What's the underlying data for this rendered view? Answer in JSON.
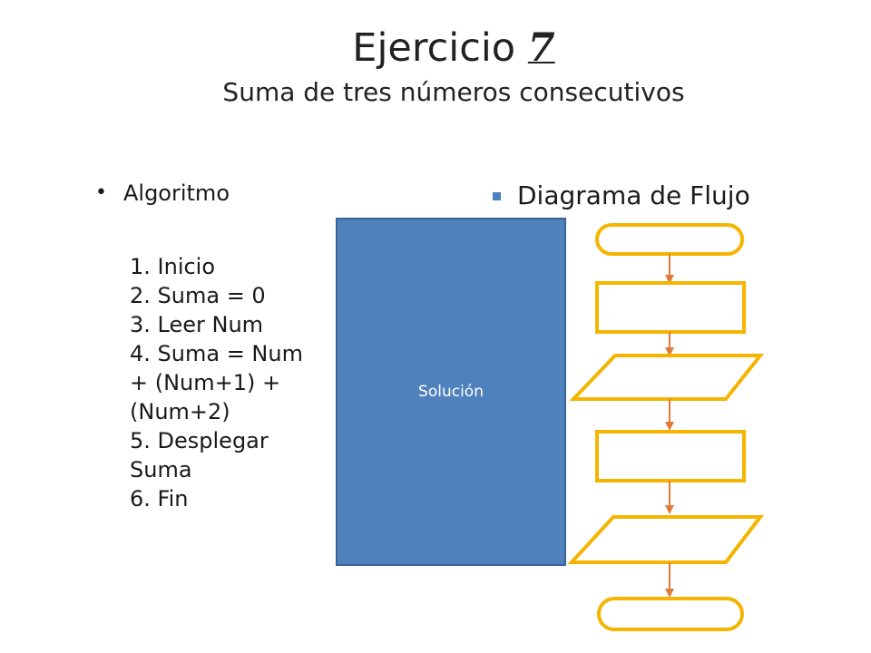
{
  "title": {
    "main": "Ejercicio",
    "number": "7",
    "subtitle": "Suma de tres números consecutivos"
  },
  "left": {
    "bullet": "Algoritmo",
    "steps": [
      "1. Inicio",
      "2. Suma = 0",
      "3. Leer Num",
      "4. Suma = Num",
      "+ (Num+1) +",
      "(Num+2)",
      "5. Desplegar",
      "Suma",
      "6. Fin"
    ]
  },
  "right": {
    "heading": "Diagrama de Flujo"
  },
  "solution": {
    "label": "Solución",
    "color": "#4f81bd"
  },
  "colors": {
    "flow_shape_stroke": "#f4b400",
    "flow_arrow": "#e07a3a",
    "bullet_square": "#4a7fc0"
  }
}
